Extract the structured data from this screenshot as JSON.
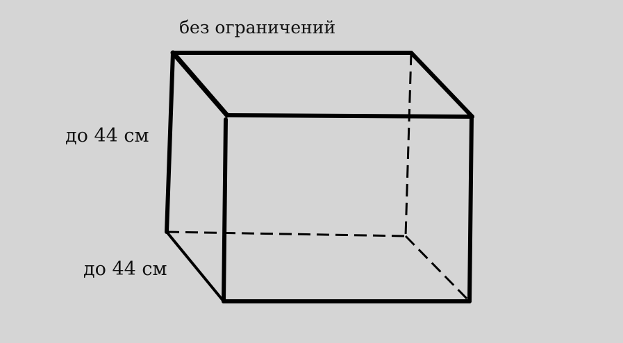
{
  "labels": {
    "top": "без ограничений",
    "height": "до 44 см",
    "depth": "до 44 см"
  },
  "colors": {
    "background": "#d5d5d5",
    "line": "#000000"
  }
}
